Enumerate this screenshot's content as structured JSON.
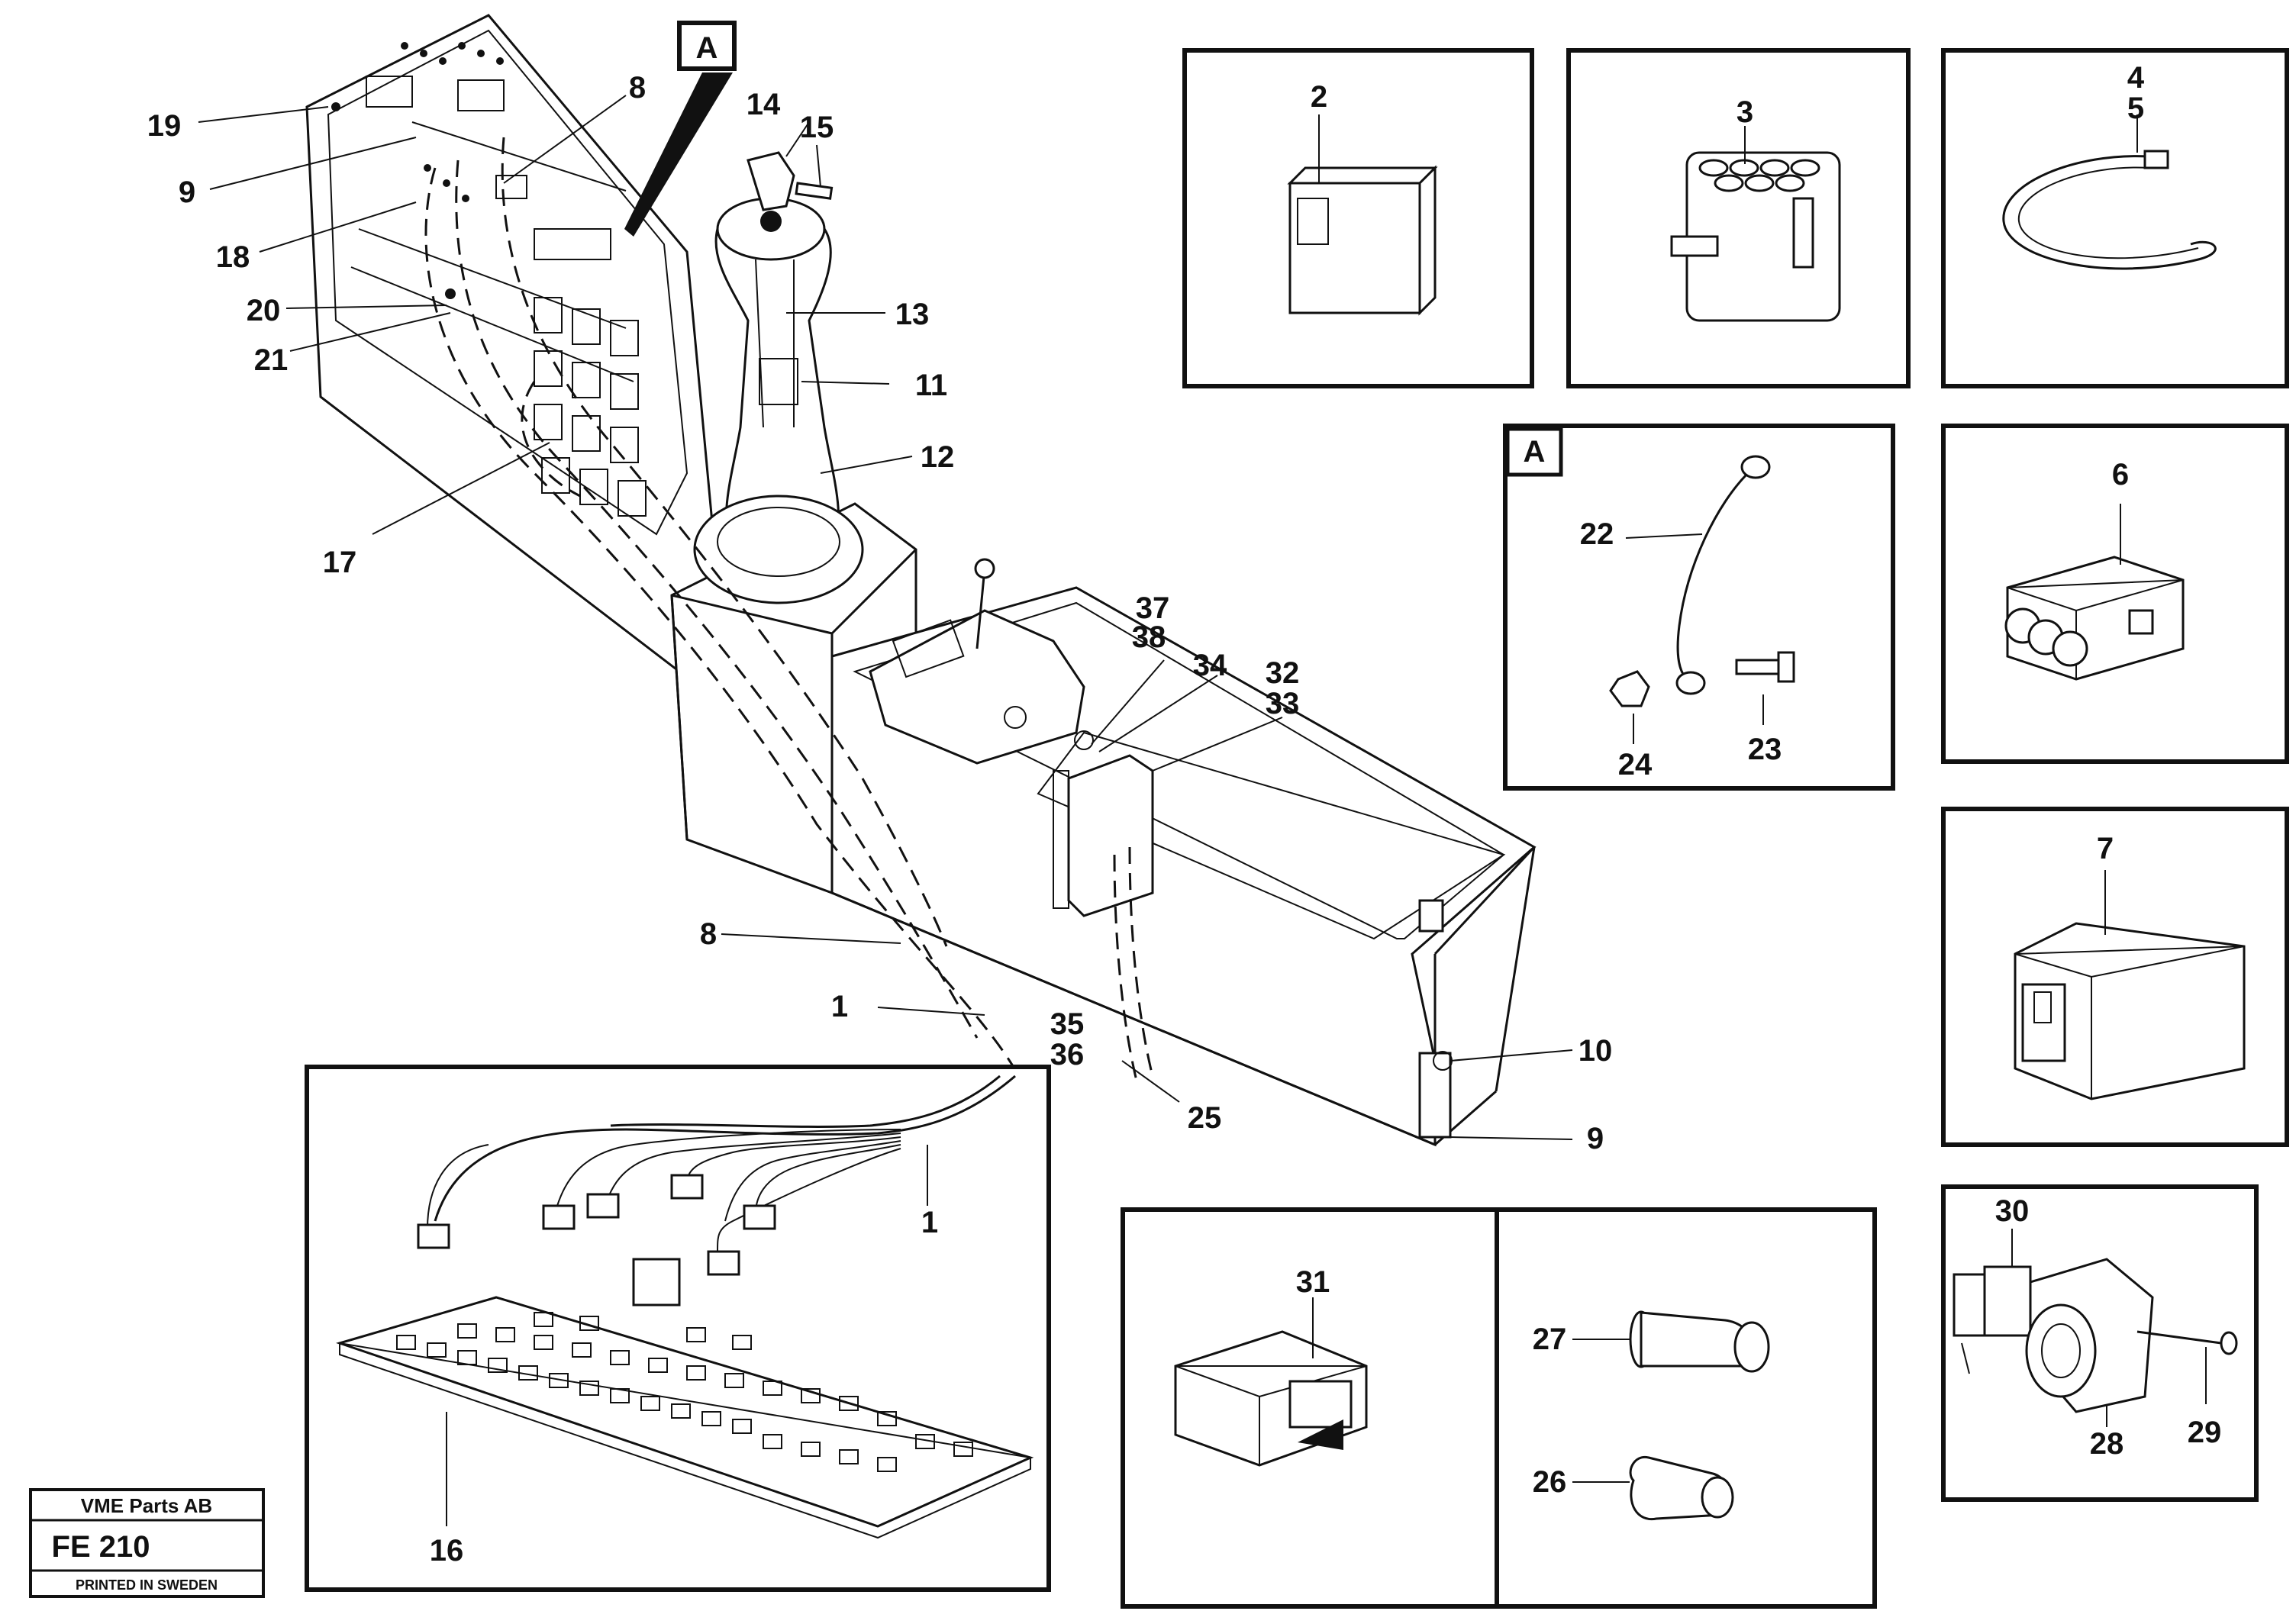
{
  "title_block": {
    "company": "VME Parts AB",
    "code": "FE 210",
    "printed": "PRINTED IN SWEDEN"
  },
  "view_marker": "A",
  "main_labels": {
    "l1": "1",
    "l1b": "1",
    "l8": "8",
    "l8b": "8",
    "l9": "9",
    "l9b": "9",
    "l10": "10",
    "l11": "11",
    "l12": "12",
    "l13": "13",
    "l14": "14",
    "l15": "15",
    "l16": "16",
    "l17": "17",
    "l18": "18",
    "l19": "19",
    "l20": "20",
    "l21": "21",
    "l25": "25",
    "l32": "32",
    "l33": "33",
    "l34": "34",
    "l35": "35",
    "l36": "36",
    "l37": "37",
    "l38": "38"
  },
  "detail_boxes": {
    "box2": "2",
    "box3": "3",
    "box4": "4",
    "box5": "5",
    "box6": "6",
    "box7": "7",
    "boxA": "A",
    "l22": "22",
    "l23": "23",
    "l24": "24",
    "l26": "26",
    "l27": "27",
    "l28": "28",
    "l29": "29",
    "l30": "30",
    "l31": "31"
  }
}
